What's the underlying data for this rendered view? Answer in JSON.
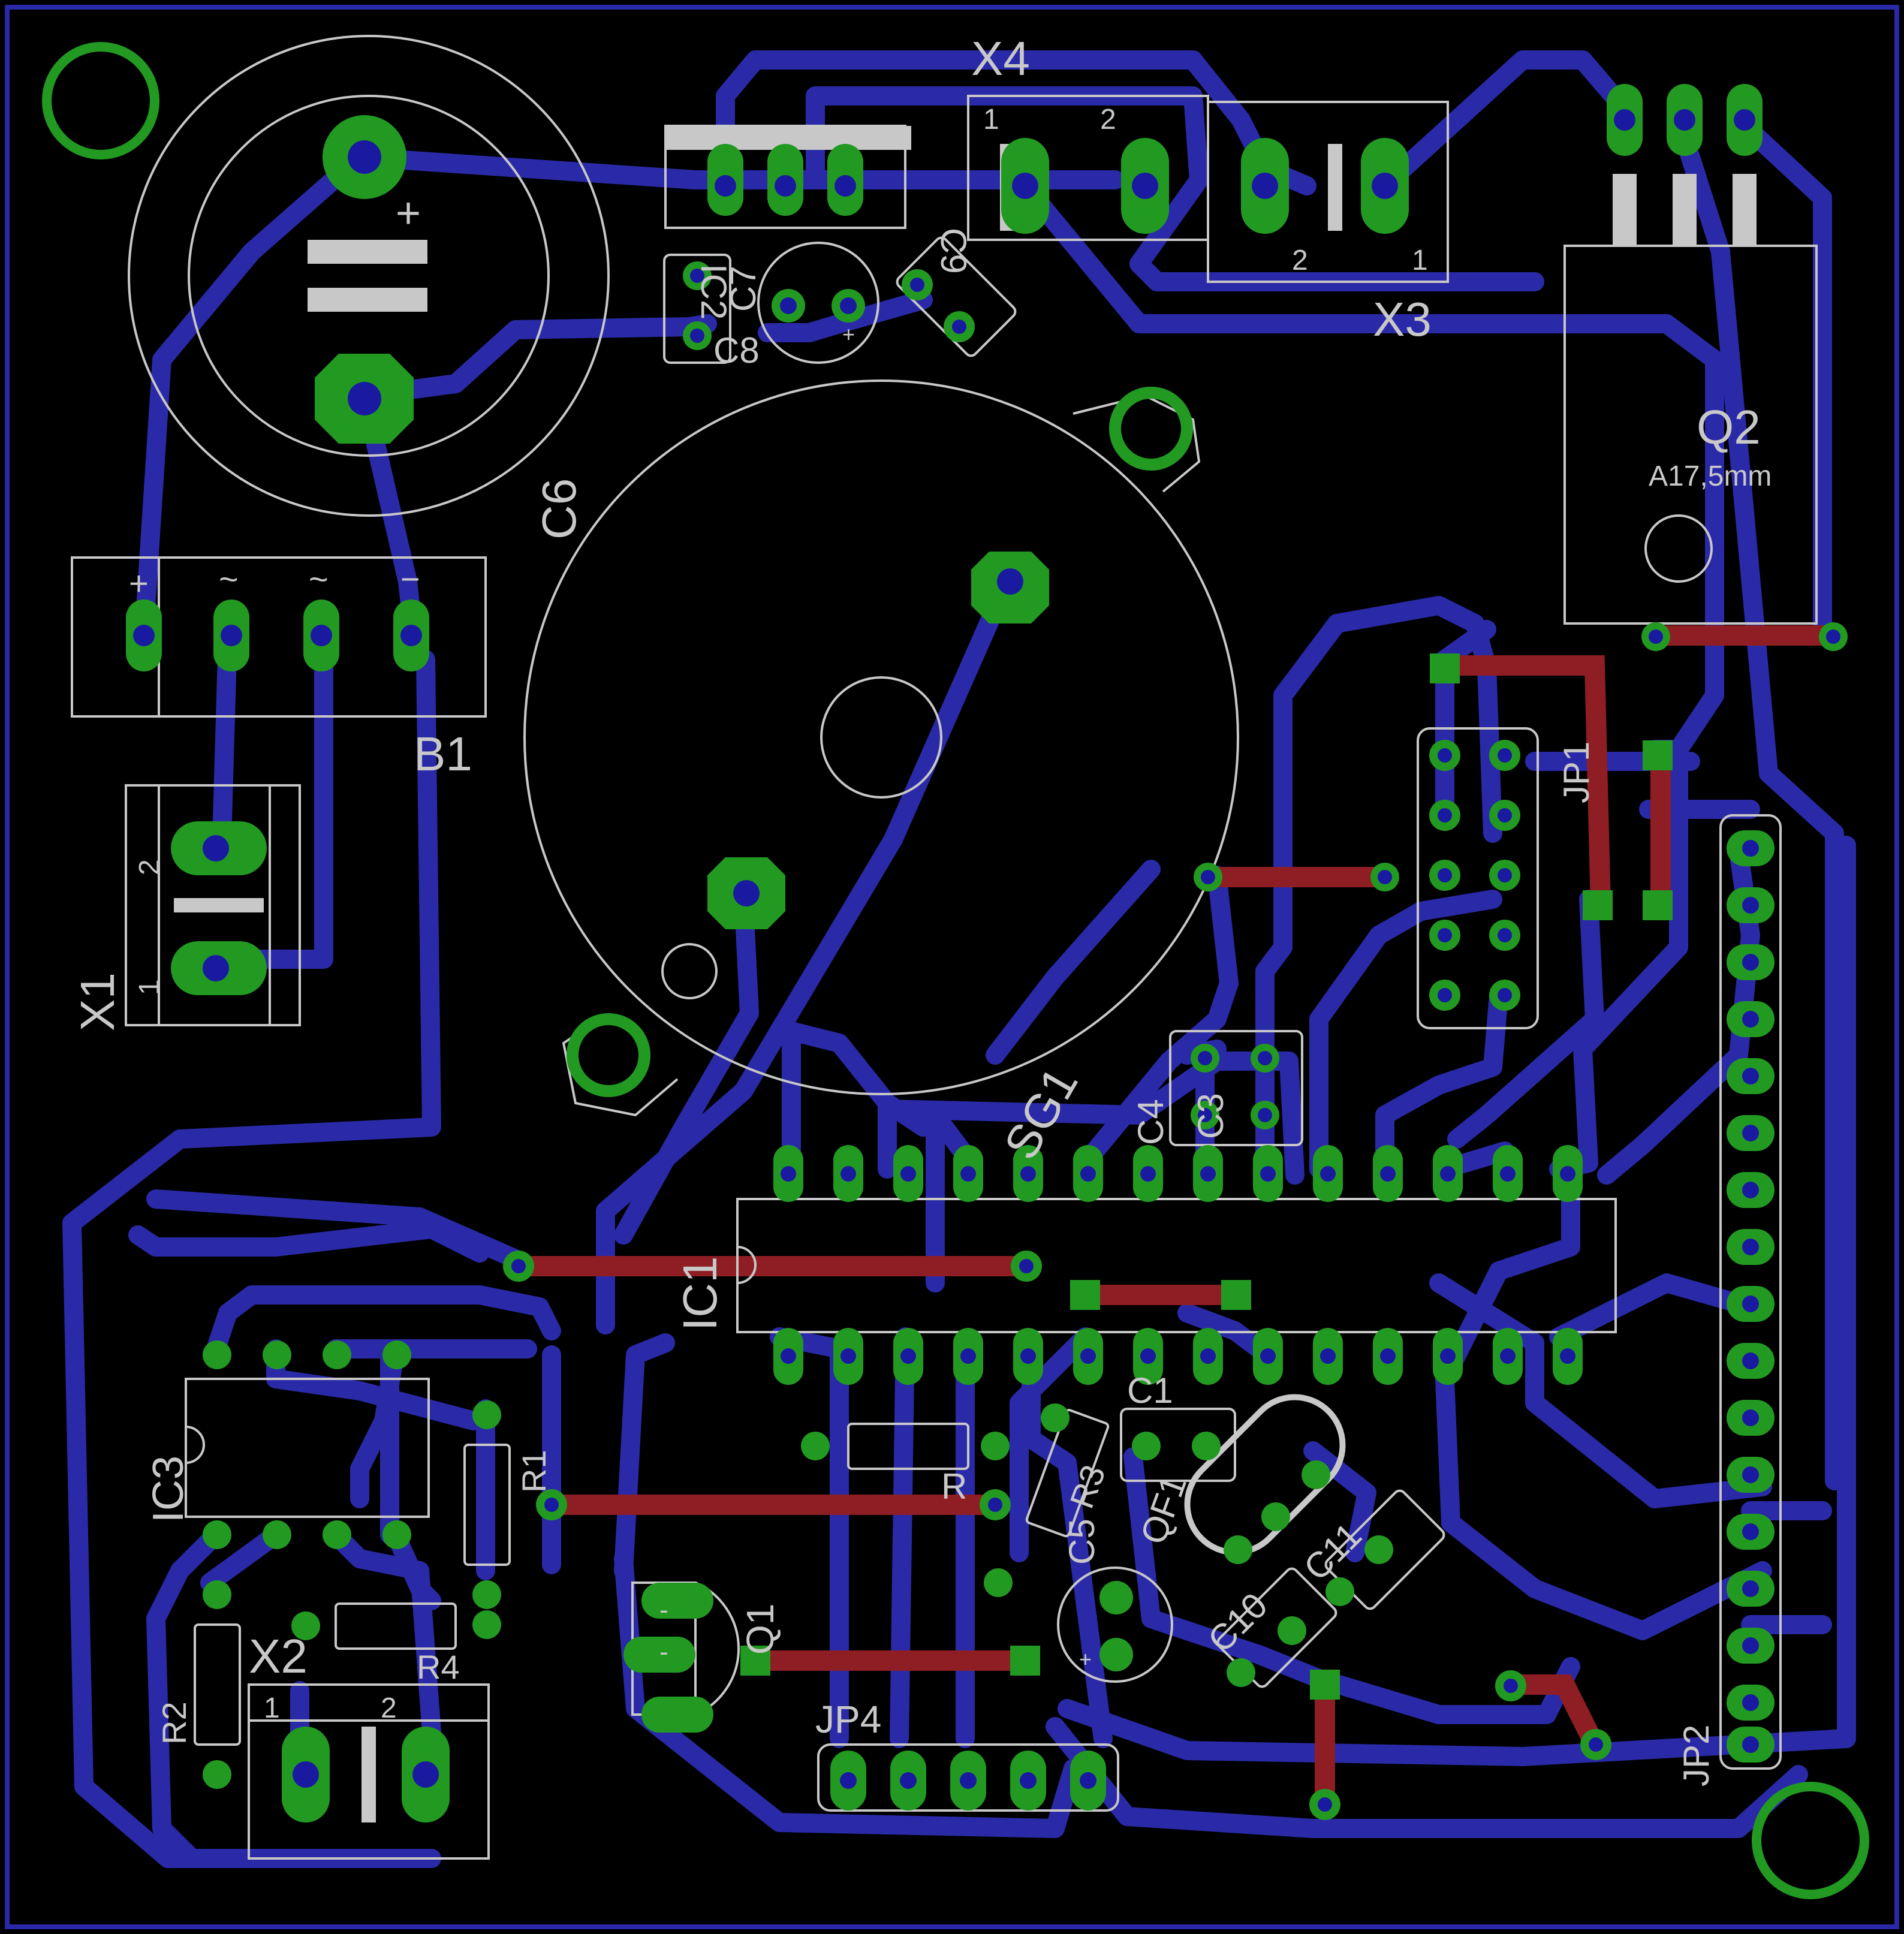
{
  "colors": {
    "background": "#000000",
    "bottom_copper": "#2a2aa8",
    "top_copper": "#8e1e24",
    "pads": "#229a22",
    "silkscreen": "#c8c8c8",
    "drill": "#1a1aa0",
    "border": "#2a2aa8"
  },
  "labels": {
    "X4": "X4",
    "X3": "X3",
    "IC2": "IC2",
    "C7": "C7",
    "C8": "C8",
    "C9": "C9",
    "C6": "C6",
    "B1": "B1",
    "X1": "X1",
    "Q2": "Q2",
    "Q2_value": "A17,5mm",
    "JP1": "JP1",
    "JP2": "JP2",
    "SG1": "SG1",
    "C4": "C4",
    "C3": "C3",
    "IC1": "IC1",
    "C1": "C1",
    "QF1": "QF1",
    "R": "R",
    "R3": "R3",
    "C5": "C5",
    "C10": "C10",
    "C11": "C11",
    "IC3": "IC3",
    "R1": "R1",
    "R2": "R2",
    "R4": "R4",
    "X2": "X2",
    "Q1": "Q1",
    "JP4": "JP4"
  },
  "pin_marks": {
    "plus": "+",
    "minus": "−",
    "ac": "~",
    "one": "1",
    "two": "2",
    "dash": "-"
  }
}
